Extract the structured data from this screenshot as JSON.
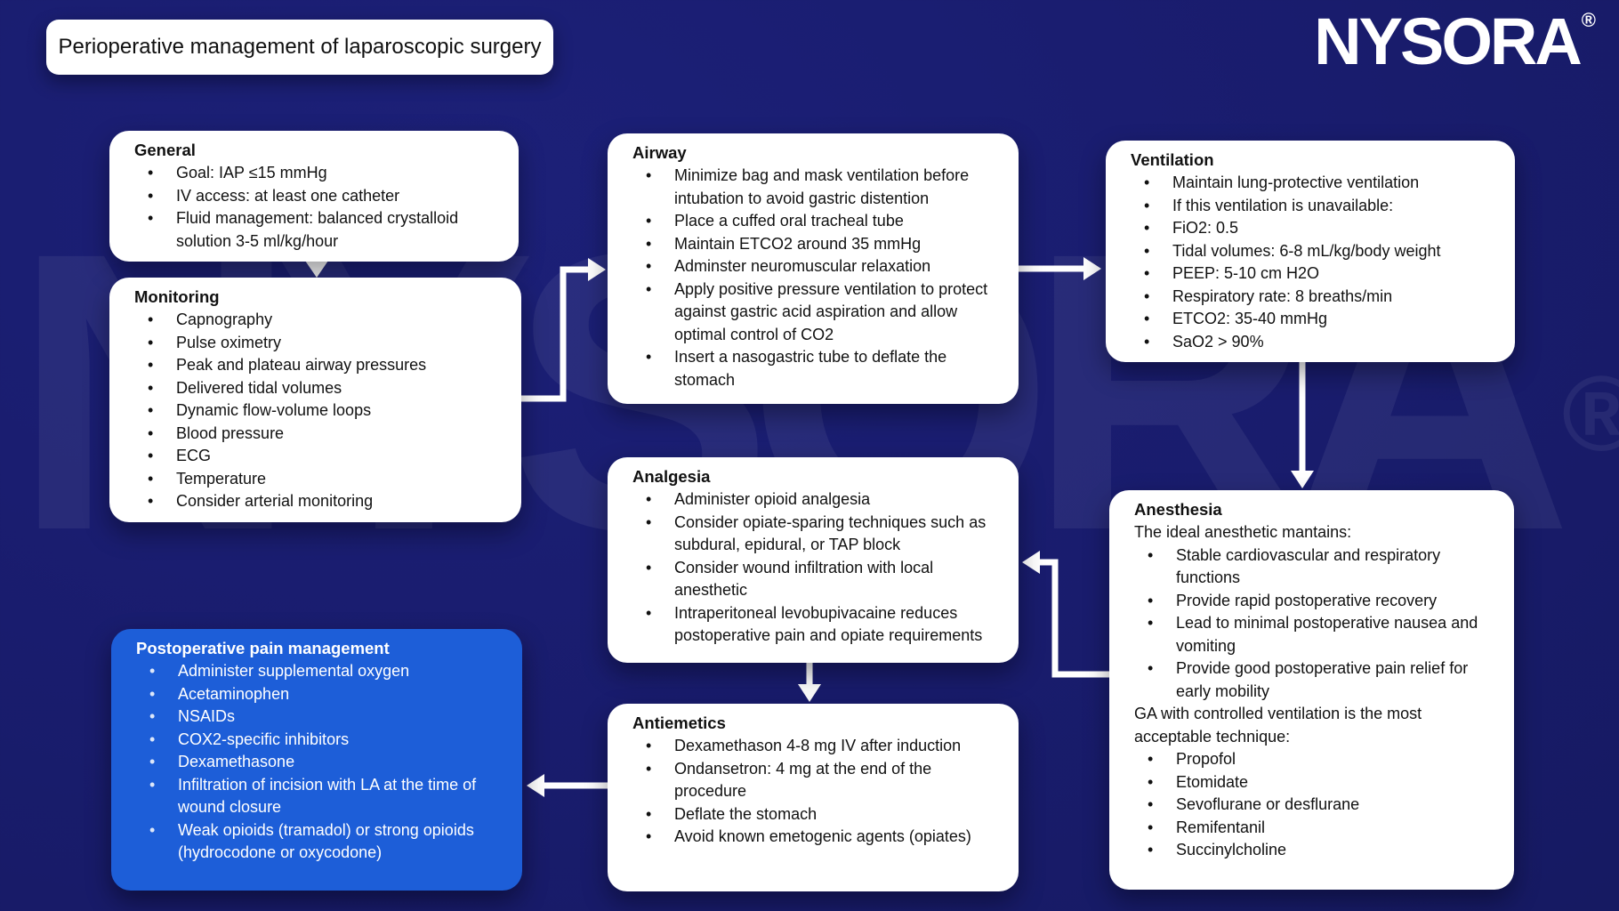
{
  "title": "Perioperative management of laparoscopic surgery",
  "logo": {
    "text": "NYSORA",
    "registered": "®"
  },
  "watermark": {
    "text": "NYSORA",
    "registered": "®"
  },
  "colors": {
    "background": "#191c6d",
    "card_white": "#ffffff",
    "card_blue": "#1d5ed8",
    "text_dark": "#111111",
    "text_light": "#ffffff",
    "arrow": "#ffffff"
  },
  "boxes": {
    "general": {
      "heading": "General",
      "items": [
        "Goal: IAP ≤15 mmHg",
        "IV access: at least one catheter",
        "Fluid management: balanced crystalloid solution 3-5 ml/kg/hour"
      ]
    },
    "monitoring": {
      "heading": "Monitoring",
      "items": [
        "Capnography",
        "Pulse oximetry",
        "Peak and plateau airway pressures",
        "Delivered tidal volumes",
        "Dynamic flow-volume loops",
        "Blood pressure",
        "ECG",
        "Temperature",
        "Consider arterial monitoring"
      ]
    },
    "airway": {
      "heading": "Airway",
      "items": [
        "Minimize bag and mask ventilation before intubation to avoid gastric distention",
        "Place a cuffed oral tracheal tube",
        "Maintain ETCO2 around 35 mmHg",
        "Adminster neuromuscular relaxation",
        "Apply positive pressure ventilation to protect against gastric acid aspiration and allow optimal control of CO2",
        "Insert a nasogastric tube to deflate the stomach"
      ]
    },
    "ventilation": {
      "heading": "Ventilation",
      "items": [
        "Maintain lung-protective ventilation",
        "If this ventilation is unavailable:",
        "FiO2: 0.5",
        "Tidal volumes: 6-8 mL/kg/body weight",
        "PEEP: 5-10 cm H2O",
        "Respiratory rate: 8 breaths/min",
        "ETCO2: 35-40 mmHg",
        "SaO2 > 90%"
      ]
    },
    "analgesia": {
      "heading": "Analgesia",
      "items": [
        "Administer opioid analgesia",
        "Consider opiate-sparing techniques such as subdural, epidural, or TAP block",
        "Consider wound infiltration with local anesthetic",
        "Intraperitoneal levobupivacaine reduces postoperative pain and opiate requirements"
      ]
    },
    "anesthesia": {
      "heading": "Anesthesia",
      "intro": "The ideal anesthetic mantains:",
      "items": [
        "Stable cardiovascular and respiratory functions",
        "Provide rapid postoperative recovery",
        "Lead to minimal postoperative nausea and vomiting",
        "Provide good postoperative pain relief for early mobility"
      ],
      "subheading": "GA with controlled ventilation is the most acceptable technique:",
      "items2": [
        "Propofol",
        "Etomidate",
        "Sevoflurane or desflurane",
        "Remifentanil",
        "Succinylcholine"
      ]
    },
    "postoperative": {
      "heading": "Postoperative pain management",
      "items": [
        "Administer supplemental oxygen",
        "Acetaminophen",
        "NSAIDs",
        "COX2-specific inhibitors",
        "Dexamethasone",
        "Infiltration of incision with LA at the time of wound closure",
        "Weak opioids (tramadol) or strong opioids (hydrocodone or oxycodone)"
      ]
    },
    "antiemetics": {
      "heading": "Antiemetics",
      "items": [
        "Dexamethason 4-8 mg IV after induction",
        "Ondansetron: 4 mg at the end of the procedure",
        "Deflate the stomach",
        "Avoid known emetogenic agents (opiates)"
      ]
    }
  }
}
